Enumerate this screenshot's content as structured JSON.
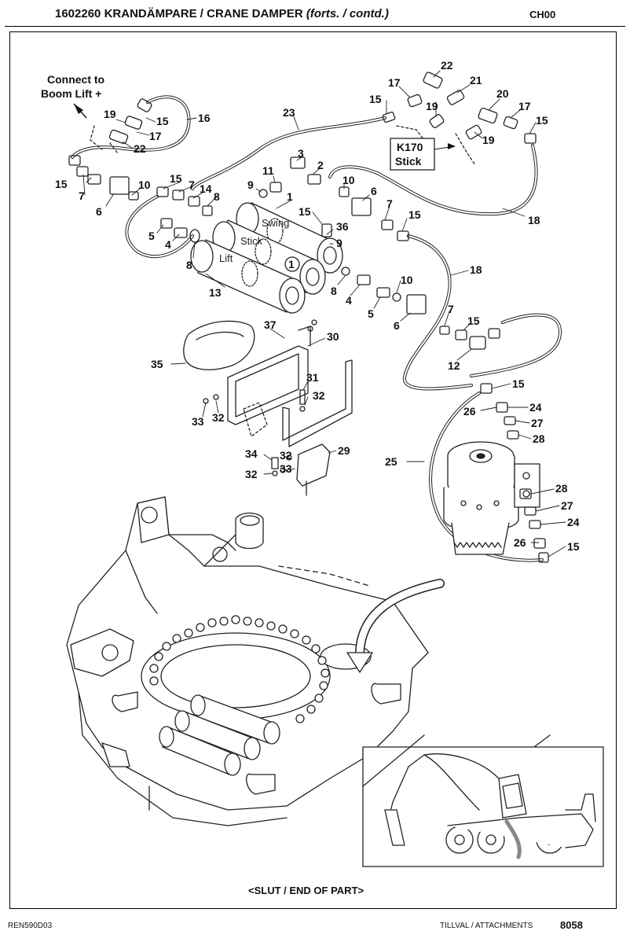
{
  "header": {
    "part_number": "1602260",
    "title_sv": "KRANDÄMPARE",
    "title_en": "CRANE DAMPER",
    "continued": "(forts. / contd.)",
    "code": "CH00"
  },
  "notes": {
    "connect_line1": "Connect to",
    "connect_line2": "Boom Lift +",
    "box_line1": "K170",
    "box_line2": "Stick",
    "cyl_swing": "Swing",
    "cyl_stick": "Stick",
    "cyl_lift": "Lift",
    "circle_1": "1",
    "end_of_part": "<SLUT / END OF PART>"
  },
  "footer": {
    "doc_code": "REN590D03",
    "section": "TILLVAL / ATTACHMENTS",
    "page": "8058"
  },
  "callouts": [
    {
      "text": "22"
    },
    {
      "text": "21"
    },
    {
      "text": "17"
    },
    {
      "text": "15"
    },
    {
      "text": "19"
    },
    {
      "text": "20"
    },
    {
      "text": "17"
    },
    {
      "text": "15"
    },
    {
      "text": "19"
    },
    {
      "text": "16"
    },
    {
      "text": "19"
    },
    {
      "text": "15"
    },
    {
      "text": "17"
    },
    {
      "text": "22"
    },
    {
      "text": "23"
    },
    {
      "text": "3"
    },
    {
      "text": "11"
    },
    {
      "text": "2"
    },
    {
      "text": "9"
    },
    {
      "text": "10"
    },
    {
      "text": "1"
    },
    {
      "text": "6"
    },
    {
      "text": "15"
    },
    {
      "text": "7"
    },
    {
      "text": "6"
    },
    {
      "text": "10"
    },
    {
      "text": "15"
    },
    {
      "text": "7"
    },
    {
      "text": "14"
    },
    {
      "text": "8"
    },
    {
      "text": "5"
    },
    {
      "text": "4"
    },
    {
      "text": "8"
    },
    {
      "text": "15"
    },
    {
      "text": "36"
    },
    {
      "text": "9"
    },
    {
      "text": "7"
    },
    {
      "text": "15"
    },
    {
      "text": "18"
    },
    {
      "text": "13"
    },
    {
      "text": "8"
    },
    {
      "text": "4"
    },
    {
      "text": "10"
    },
    {
      "text": "18"
    },
    {
      "text": "5"
    },
    {
      "text": "6"
    },
    {
      "text": "7"
    },
    {
      "text": "15"
    },
    {
      "text": "12"
    },
    {
      "text": "37"
    },
    {
      "text": "30"
    },
    {
      "text": "35"
    },
    {
      "text": "31"
    },
    {
      "text": "32"
    },
    {
      "text": "33"
    },
    {
      "text": "32"
    },
    {
      "text": "15"
    },
    {
      "text": "26"
    },
    {
      "text": "24"
    },
    {
      "text": "27"
    },
    {
      "text": "28"
    },
    {
      "text": "34"
    },
    {
      "text": "32"
    },
    {
      "text": "29"
    },
    {
      "text": "33"
    },
    {
      "text": "32"
    },
    {
      "text": "25"
    },
    {
      "text": "28"
    },
    {
      "text": "27"
    },
    {
      "text": "24"
    },
    {
      "text": "26"
    },
    {
      "text": "15"
    }
  ]
}
